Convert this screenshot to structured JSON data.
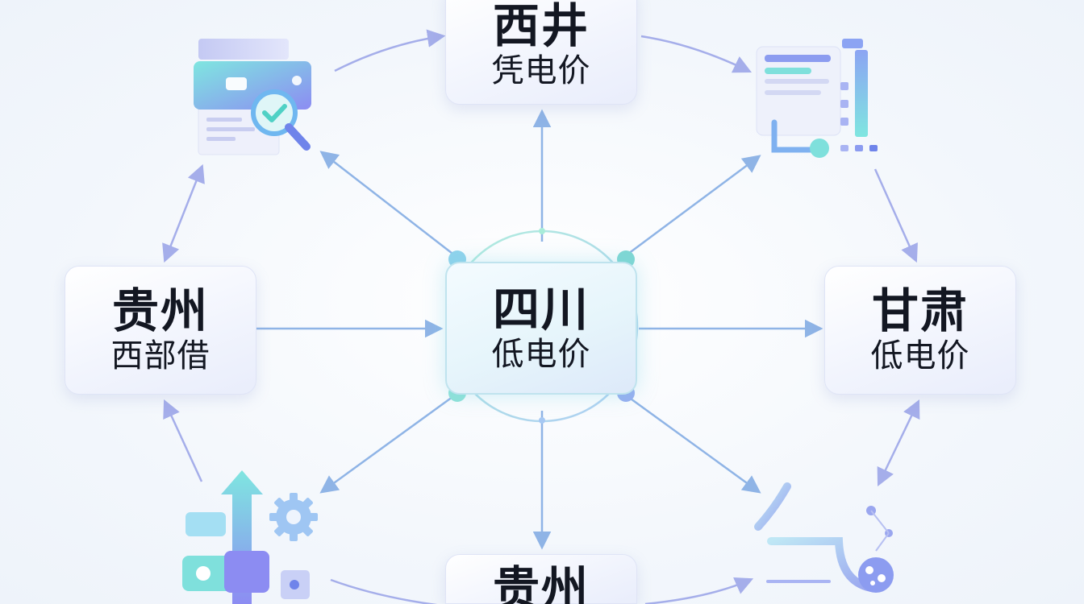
{
  "nodes": {
    "center": {
      "title": "四川",
      "sub": "低电价"
    },
    "top": {
      "title": "西井",
      "sub": "凭电价"
    },
    "left": {
      "title": "贵州",
      "sub": "西部借"
    },
    "right": {
      "title": "甘肃",
      "sub": "低电价"
    },
    "bottom": {
      "title": "贵州"
    }
  },
  "icons": {
    "top_left": "document-search-icon",
    "top_right": "dashboard-chart-icon",
    "bottom_left": "growth-gear-icon",
    "bottom_right": "gas-character-icon"
  },
  "colors": {
    "arrow": "#8fb4e6",
    "accent_teal": "#6fdcd6",
    "accent_blue": "#7f9cf0",
    "accent_purple": "#9d8cf2",
    "text": "#131722"
  }
}
